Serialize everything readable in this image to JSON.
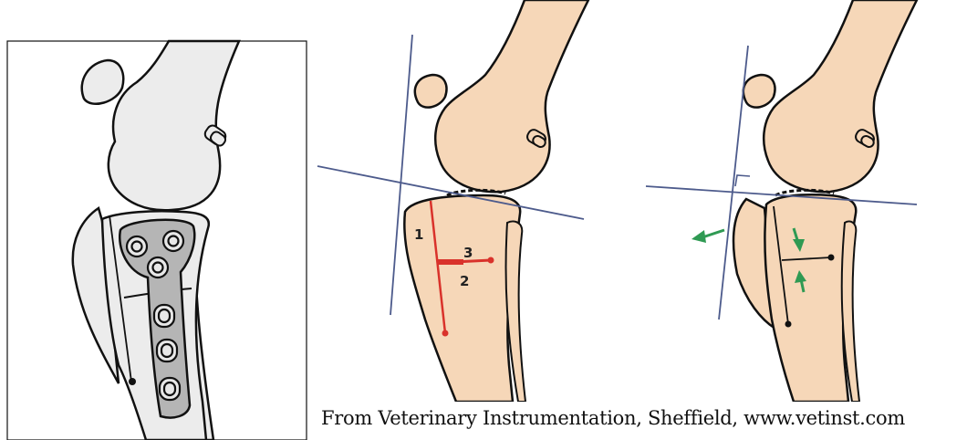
{
  "labels": {
    "one": "1",
    "two": "2",
    "three": "3"
  },
  "caption": "From Veterinary Instrumentation, Sheffield, www.vetinst.com",
  "colors": {
    "bone_grey": "#ececec",
    "bone_tan": "#f6d7b8",
    "plate_grey": "#b5b5b5",
    "axis_blue": "#4d5b8c",
    "measure_red": "#d9322b",
    "arrow_green": "#2f9a53",
    "outline": "#111111"
  }
}
